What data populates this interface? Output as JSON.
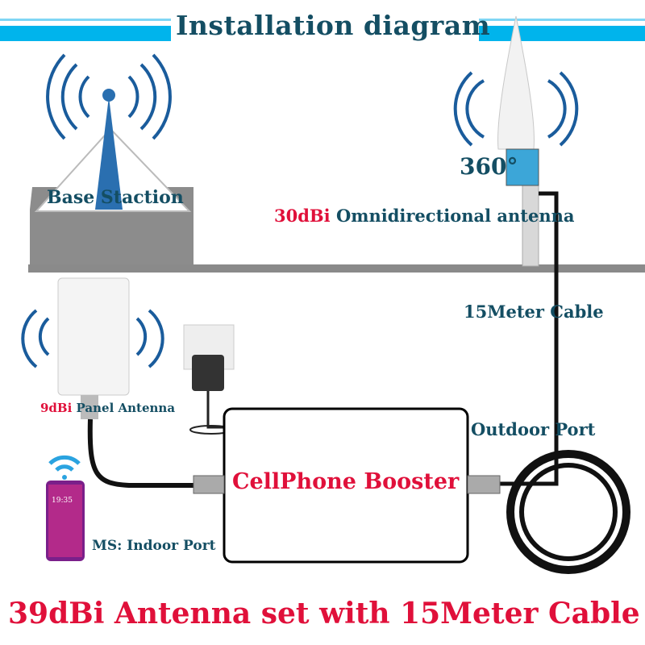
{
  "title": "Installation diagram",
  "base_station": {
    "label": "Base Staction"
  },
  "omni_antenna": {
    "angle": "360°",
    "gain": "30dBi",
    "label": "Omnidirectional antenna"
  },
  "cable": {
    "label": "15Meter Cable"
  },
  "panel_antenna": {
    "gain": "9dBi",
    "label": "Panel Antenna"
  },
  "booster": {
    "label": "CellPhone Booster",
    "outdoor_port": "Outdoor Port",
    "indoor_port": "MS: Indoor Port"
  },
  "phone": {
    "time": "19:35"
  },
  "footer": "39dBi Antenna set with 15Meter Cable",
  "colors": {
    "title": "#144e63",
    "accent_red": "#e0103a",
    "stripe": "#00b4ec"
  }
}
